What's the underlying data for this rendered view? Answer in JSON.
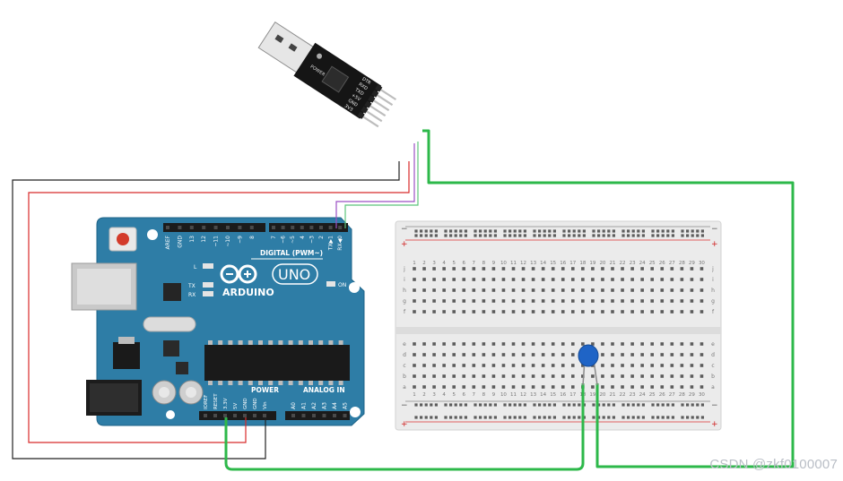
{
  "arduino": {
    "board_text": "ARDUINO",
    "model_text": "UNO",
    "digital_label": "DIGITAL (PWM~)",
    "power_label": "POWER",
    "analog_label": "ANALOG IN",
    "on_label": "ON",
    "led_l": "L",
    "led_tx": "TX",
    "led_rx": "RX",
    "digital_pins": [
      "AREF",
      "GND",
      "13",
      "12",
      "~11",
      "~10",
      "~9",
      "8",
      "7",
      "~6",
      "~5",
      "4",
      "~3",
      "2",
      "TX▶1",
      "RX◀0"
    ],
    "power_pins": [
      "IOREF",
      "RESET",
      "3.3V",
      "5V",
      "GND",
      "GND",
      "Vin"
    ],
    "analog_pins": [
      "A0",
      "A1",
      "A2",
      "A3",
      "A4",
      "A5"
    ]
  },
  "usb_module": {
    "pin_labels": [
      "DTR",
      "RXD",
      "TXD",
      "+5V",
      "GND",
      "3V3"
    ],
    "power_label": "POWER"
  },
  "breadboard": {
    "rail_minus": "−",
    "rail_plus": "+",
    "top_rows": [
      "j",
      "i",
      "h",
      "g",
      "f"
    ],
    "bottom_rows": [
      "e",
      "d",
      "c",
      "b",
      "a"
    ],
    "columns": [
      "1",
      "2",
      "3",
      "4",
      "5",
      "6",
      "7",
      "8",
      "9",
      "10",
      "11",
      "12",
      "13",
      "14",
      "15",
      "16",
      "17",
      "18",
      "19",
      "20",
      "21",
      "22",
      "23",
      "24",
      "25",
      "26",
      "27",
      "28",
      "29",
      "30"
    ]
  },
  "watermark": "CSDN @zkf0100007",
  "colors": {
    "board": "#2e7da6",
    "wire_green": "#2db84a",
    "wire_red": "#d82a2a",
    "wire_black": "#222222",
    "wire_purple": "#9b4fc4",
    "wire_lightgreen": "#5cc47a",
    "capacitor": "#1f64c6"
  }
}
